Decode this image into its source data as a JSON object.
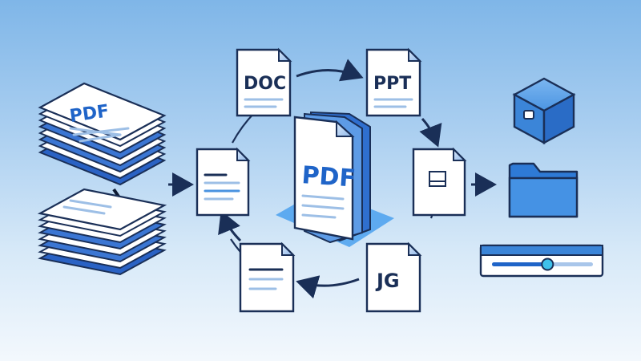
{
  "diagram": {
    "stack_label": "PDF",
    "center_label": "PDF",
    "nodes": {
      "doc": "DOC",
      "ppt": "PPT",
      "jpg": "JG"
    },
    "slider": {
      "value_fraction": 0.55
    },
    "colors": {
      "outline": "#1a2f57",
      "accent_blue": "#1f64c8",
      "light_blue": "#4a93e0",
      "paper": "#ffffff",
      "line_blue": "#9dbfe6"
    },
    "icons": [
      "document-stack-icon",
      "split-icon",
      "file-icon",
      "arrow-icon",
      "cube-icon",
      "folder-icon",
      "slider-icon"
    ]
  }
}
